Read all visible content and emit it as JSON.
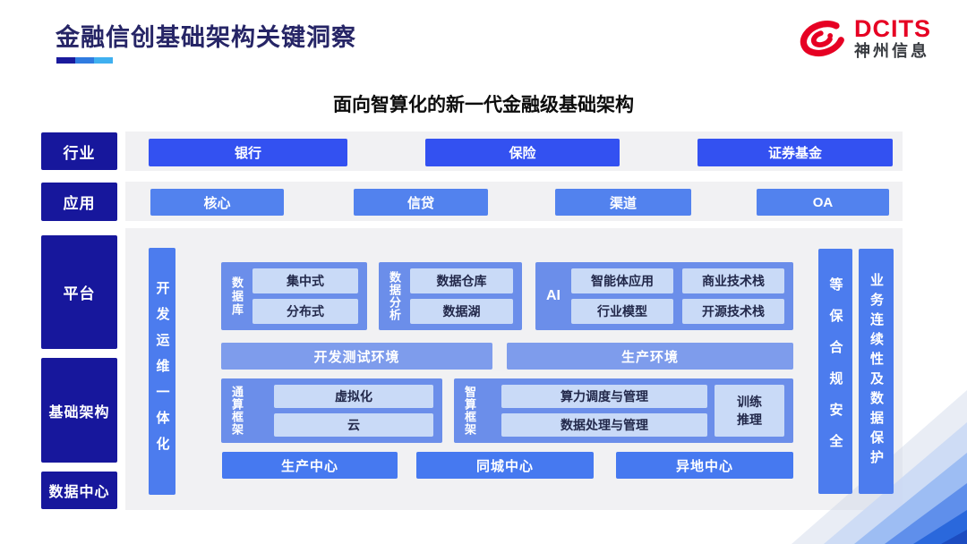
{
  "colors": {
    "navy": "#17179c",
    "title-navy": "#262566",
    "vivid-blue": "#3351f1",
    "app-blue": "#5282ee",
    "bar-blue": "#4c7cee",
    "container-blue": "#6b8eea",
    "env-blue": "#7e9cec",
    "inner-blue": "#c9daf7",
    "inner-text": "#22284a",
    "center-blue": "#4679f0",
    "band-gray": "#f1f1f3",
    "brand-red": "#e60023",
    "underline-1": "#1a1a9c",
    "underline-2": "#2f7be0",
    "underline-3": "#3fb0f0"
  },
  "header": {
    "title": "金融信创基础架构关键洞察",
    "logo": {
      "brand": "DCITS",
      "company": "神州信息"
    }
  },
  "diagram": {
    "subtitle": "面向智算化的新一代金融级基础架构",
    "row_labels": {
      "industry": "行业",
      "application": "应用",
      "platform": "平台",
      "infrastructure": "基础架构",
      "datacenter": "数据中心"
    },
    "industry_items": [
      "银行",
      "保险",
      "证券基金"
    ],
    "application_items": [
      "核心",
      "信贷",
      "渠道",
      "OA"
    ],
    "devops_bar": "开发运维一体化",
    "security_bar": "等保合规安全",
    "continuity_bar": "业务连续性及数据保护",
    "database": {
      "label": "数据库",
      "items": [
        "集中式",
        "分布式"
      ]
    },
    "analytics": {
      "label": "数据分析",
      "items": [
        "数据仓库",
        "数据湖"
      ]
    },
    "ai": {
      "label": "AI",
      "items": [
        "智能体应用",
        "商业技术栈",
        "行业模型",
        "开源技术栈"
      ]
    },
    "environments": [
      "开发测试环境",
      "生产环境"
    ],
    "general_compute": {
      "label": "通算框架",
      "items": [
        "虚拟化",
        "云"
      ]
    },
    "ai_compute": {
      "label": "智算框架",
      "items": [
        "算力调度与管理",
        "数据处理与管理"
      ],
      "side_item": "训练\n推理"
    },
    "datacenters": [
      "生产中心",
      "同城中心",
      "异地中心"
    ]
  }
}
